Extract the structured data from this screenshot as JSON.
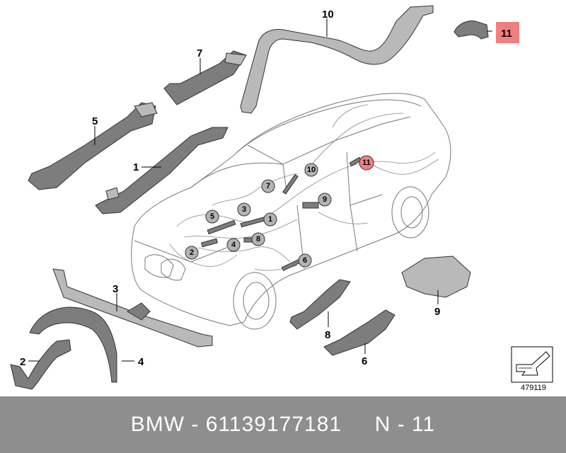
{
  "diagram": {
    "callouts": {
      "c1": "1",
      "c2": "2",
      "c3": "3",
      "c4": "4",
      "c5": "5",
      "c6": "6",
      "c7": "7",
      "c8": "8",
      "c9": "9",
      "c10": "10",
      "c11": "11"
    },
    "bubbles": {
      "b1": "1",
      "b2": "2",
      "b3": "3",
      "b4": "4",
      "b5": "5",
      "b6": "6",
      "b7": "7",
      "b8": "8",
      "b9": "9",
      "b10": "10",
      "b11": "11"
    },
    "highlight_color": "#f08080",
    "reference_number": "479119"
  },
  "footer": {
    "text": "BMW - 61139177181     N - 11"
  }
}
